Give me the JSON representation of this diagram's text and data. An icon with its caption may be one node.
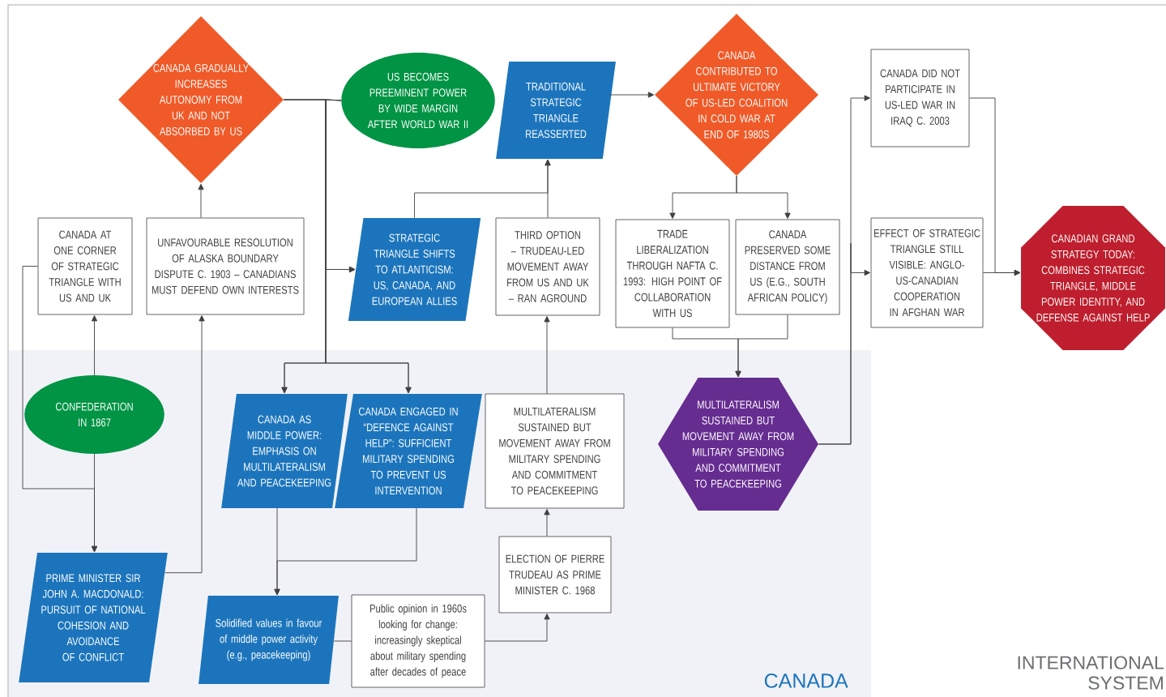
{
  "diagram": {
    "nodes": [
      {
        "text": [
          "INTERNATIONAL SYSTEM"
        ]
      },
      {
        "text": [
          "CANADA"
        ],
        "in": 0
      },
      {
        "text": [
          "CANADA GRADUALLY INCREASES AUTONOMY FROM UK AND NOT ABSORBED BY US"
        ],
        "in": 0
      },
      {
        "text": [
          "US BECOMES PREEMINENT POWER BY WIDE MARGIN AFTER WORLD WAR II"
        ],
        "in": 0
      },
      {
        "text": [
          "TRADITIONAL STRATEGIC TRIANGLE REASSERTED"
        ],
        "in": 0
      },
      {
        "text": [
          "CANADA CONTRIBUTED TO ULTIMATE VICTORY OF US-LED COALITION IN COLD WAR AT END OF 1980S"
        ],
        "in": 0
      },
      {
        "text": [
          "CANADA DID NOT PARTICIPATE IN US-LED WAR IN IRAQ C. 2003"
        ],
        "in": 0
      },
      {
        "text": [
          "CANADA AT ONE CORNER OF STRATEGIC TRIANGLE WITH US AND UK"
        ],
        "in": 0
      },
      {
        "text": [
          "UNFAVOURABLE RESOLUTION OF ALASKA BOUNDARY DISPUTE C. 1903 – CANADIANS MUST DEFEND OWN INTERESTS"
        ],
        "in": 0
      },
      {
        "text": [
          "STRATEGIC TRIANGLE SHIFTS TO ATLANTICISM: US, CANADA, AND EUROPEAN ALLIES"
        ],
        "in": 0
      },
      {
        "text": [
          "THIRD OPTION – TRUDEAU-LED MOVEMENT AWAY FROM US AND UK – RAN AGROUND"
        ],
        "in": 0
      },
      {
        "text": [
          "TRADE LIBERALIZATION THROUGH NAFTA C. 1993: HIGH POINT OF COLLABORATION WITH US"
        ],
        "in": 0
      },
      {
        "text": [
          "CANADA PRESERVED SOME DISTANCE FROM US (E.G., SOUTH AFRICAN POLICY)"
        ],
        "in": 0
      },
      {
        "text": [
          "EFFECT OF STRATEGIC TRIANGLE STILL VISIBLE: ANGLO-US-CANADIAN COOPERATION IN AFGHAN WAR"
        ],
        "in": 0
      },
      {
        "text": [
          "CANADIAN GRAND STRATEGY TODAY: COMBINES STRATEGIC TRIANGLE, MIDDLE POWER IDENTITY, AND DEFENSE AGAINST HELP"
        ],
        "in": 0
      },
      {
        "text": [
          "CONFEDERATION IN 1867"
        ],
        "in": 1
      },
      {
        "text": [
          "CANADA AS MIDDLE POWER: EMPHASIS ON MULTILATERALISM AND PEACEKEEPING"
        ],
        "in": 1
      },
      {
        "text": [
          "CANADA ENGAGED IN “DEFENCE AGAINST HELP”: SUFFICIENT MILITARY SPENDING TO PREVENT US INTERVENTION"
        ],
        "in": 1
      },
      {
        "text": [
          "MULTILATERALISM SUSTAINED BUT MOVEMENT AWAY FROM MILITARY SPENDING AND COMMITMENT TO PEACEKEEPING"
        ],
        "in": 1
      },
      {
        "text": [
          "MULTILATERALISM SUSTAINED BUT MOVEMENT AWAY FROM MILITARY SPENDING AND COMMITMENT TO PEACEKEEPING"
        ],
        "in": 1
      },
      {
        "text": [
          "PRIME MINISTER SIR JOHN A. MACDONALD: PURSUIT OF NATIONAL COHESION AND AVOIDANCE OF CONFLICT"
        ],
        "in": 1
      },
      {
        "text": [
          "ELECTION OF PIERRE TRUDEAU AS PRIME MINISTER C. 1968"
        ],
        "in": 1
      },
      {
        "text": [
          "Solidified values in favour of middle power activity (e.g., peacekeeping)"
        ],
        "in": 1
      },
      {
        "text": [
          "Public opinion in 1960s looking for change: increasingly skeptical about military spending after decades of peace"
        ],
        "in": 1
      }
    ],
    "edges": [
      {
        "from": 15,
        "to": 7,
        "arrow": "to"
      },
      {
        "from": 15,
        "to": 20,
        "arrow": "to"
      },
      {
        "from": 7,
        "to": 20,
        "arrow": "to"
      },
      {
        "from": 20,
        "to": 8,
        "arrow": "to"
      },
      {
        "from": 8,
        "to": 2,
        "arrow": "to"
      },
      {
        "from": 2,
        "to": 9,
        "arrow": "to"
      },
      {
        "from": 3,
        "to": 9,
        "arrow": "to"
      },
      {
        "from": 2,
        "to": 16,
        "arrow": "to"
      },
      {
        "from": 3,
        "to": 16,
        "arrow": "to"
      },
      {
        "from": 2,
        "to": 17,
        "arrow": "to"
      },
      {
        "from": 3,
        "to": 17,
        "arrow": "to"
      },
      {
        "from": 9,
        "to": 4,
        "arrow": "to"
      },
      {
        "from": 10,
        "to": 4,
        "arrow": "to"
      },
      {
        "from": 4,
        "to": 5,
        "arrow": "to"
      },
      {
        "from": 5,
        "to": 11,
        "arrow": "to"
      },
      {
        "from": 5,
        "to": 12,
        "arrow": "to"
      },
      {
        "from": 11,
        "to": 19,
        "arrow": "to"
      },
      {
        "from": 12,
        "to": 19,
        "arrow": "to"
      },
      {
        "from": 19,
        "to": 6,
        "arrow": "to"
      },
      {
        "from": 19,
        "to": 13,
        "arrow": "to"
      },
      {
        "from": 6,
        "to": 14,
        "arrow": "to"
      },
      {
        "from": 13,
        "to": 14,
        "arrow": "to"
      },
      {
        "from": 16,
        "to": 22,
        "arrow": "to"
      },
      {
        "from": 17,
        "to": 22,
        "arrow": "to"
      },
      {
        "from": 22,
        "to": 23,
        "arrow": "none"
      },
      {
        "from": 23,
        "to": 21,
        "arrow": "to"
      },
      {
        "from": 21,
        "to": 18,
        "arrow": "to"
      },
      {
        "from": 18,
        "to": 10,
        "arrow": "to"
      }
    ]
  }
}
